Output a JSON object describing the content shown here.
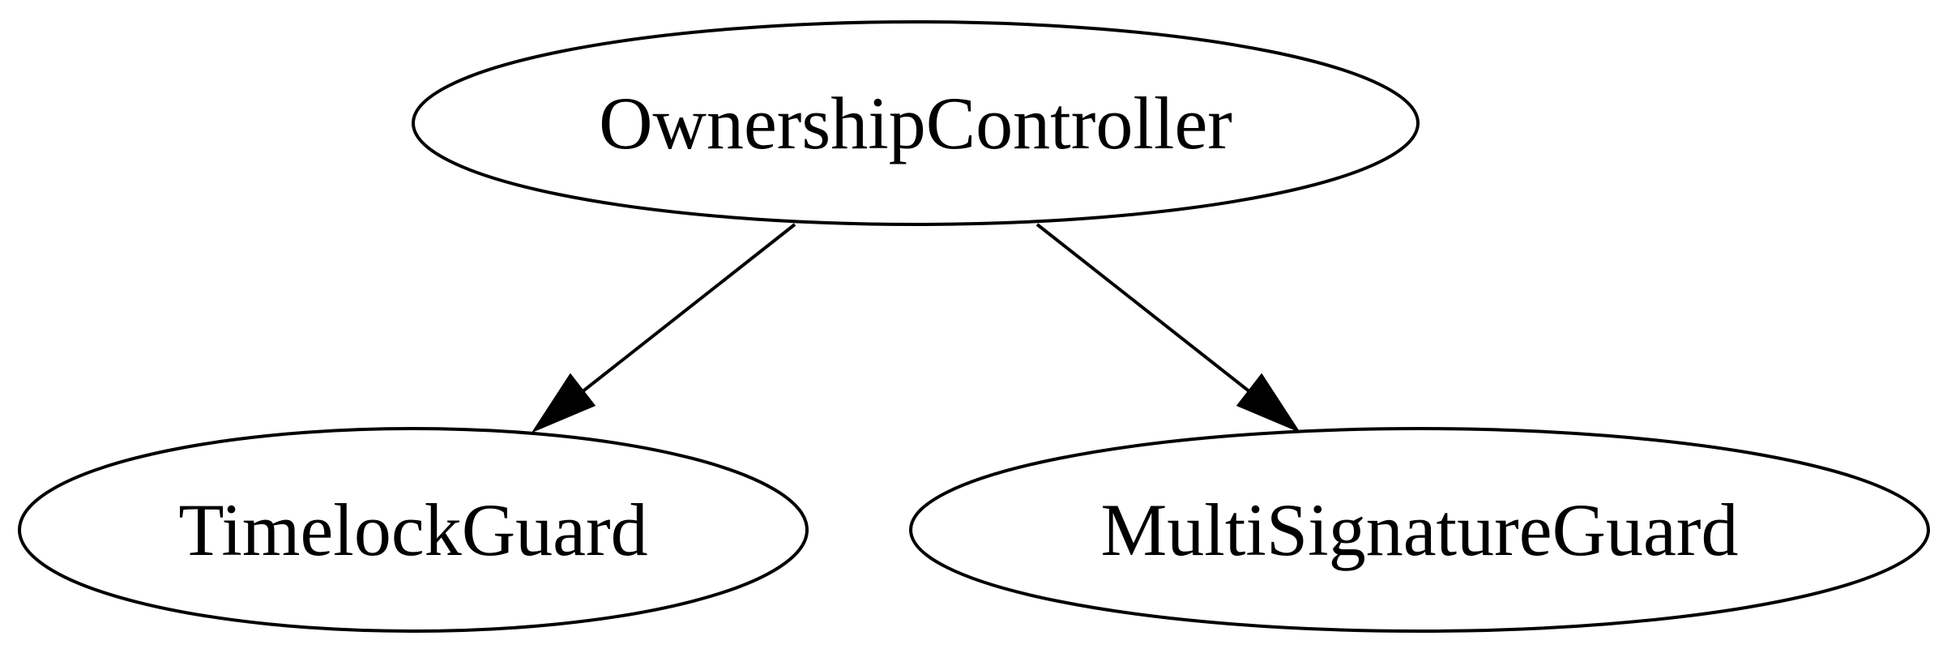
{
  "diagram": {
    "nodes": [
      {
        "id": "ownership",
        "label": "OwnershipController"
      },
      {
        "id": "timelock",
        "label": "TimelockGuard"
      },
      {
        "id": "multisig",
        "label": "MultiSignatureGuard"
      }
    ],
    "edges": [
      {
        "from": "ownership",
        "to": "timelock"
      },
      {
        "from": "ownership",
        "to": "multisig"
      }
    ],
    "colors": {
      "stroke": "#000000",
      "fill": "#ffffff",
      "text": "#000000"
    }
  }
}
